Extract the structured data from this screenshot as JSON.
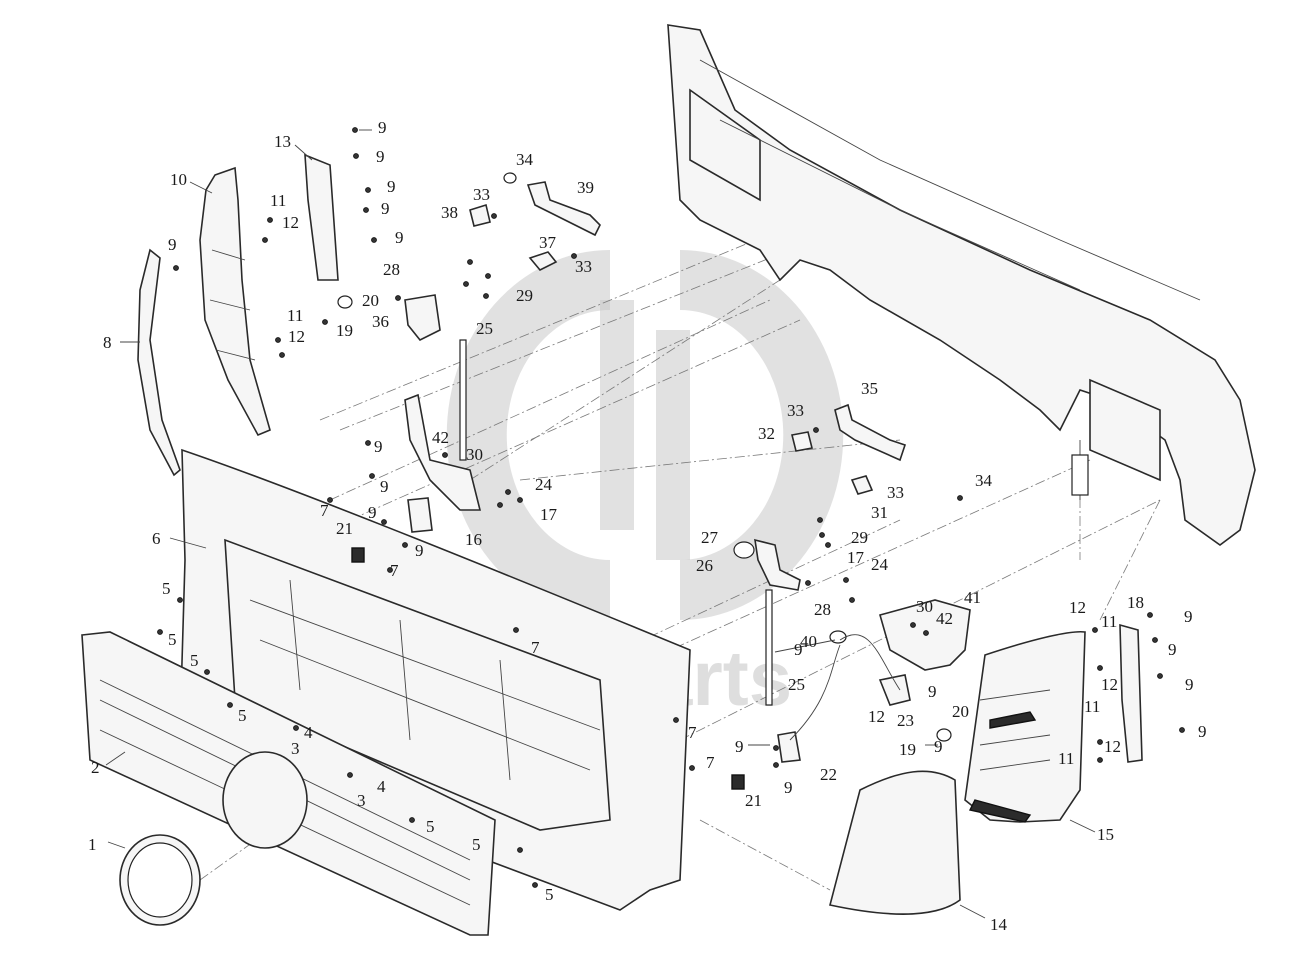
{
  "watermark": {
    "text": "data-parts",
    "color": "#c9c9c9",
    "icon": "dp-logo-icon"
  },
  "callouts": [
    {
      "id": "c1",
      "t": "1"
    },
    {
      "id": "c2",
      "t": "2"
    },
    {
      "id": "c3a",
      "t": "3"
    },
    {
      "id": "c3b",
      "t": "3"
    },
    {
      "id": "c4a",
      "t": "4"
    },
    {
      "id": "c4b",
      "t": "4"
    },
    {
      "id": "c5a",
      "t": "5"
    },
    {
      "id": "c5b",
      "t": "5"
    },
    {
      "id": "c5c",
      "t": "5"
    },
    {
      "id": "c5d",
      "t": "5"
    },
    {
      "id": "c5e",
      "t": "5"
    },
    {
      "id": "c5f",
      "t": "5"
    },
    {
      "id": "c5g",
      "t": "5"
    },
    {
      "id": "c6",
      "t": "6"
    },
    {
      "id": "c7a",
      "t": "7"
    },
    {
      "id": "c7b",
      "t": "7"
    },
    {
      "id": "c7c",
      "t": "7"
    },
    {
      "id": "c7d",
      "t": "7"
    },
    {
      "id": "c7e",
      "t": "7"
    },
    {
      "id": "c8",
      "t": "8"
    },
    {
      "id": "c9a",
      "t": "9"
    },
    {
      "id": "c9b",
      "t": "9"
    },
    {
      "id": "c9c",
      "t": "9"
    },
    {
      "id": "c9d",
      "t": "9"
    },
    {
      "id": "c9e",
      "t": "9"
    },
    {
      "id": "c9f",
      "t": "9"
    },
    {
      "id": "c9g",
      "t": "9"
    },
    {
      "id": "c9h",
      "t": "9"
    },
    {
      "id": "c9i",
      "t": "9"
    },
    {
      "id": "c9j",
      "t": "9"
    },
    {
      "id": "c9k",
      "t": "9"
    },
    {
      "id": "c9l",
      "t": "9"
    },
    {
      "id": "c9m",
      "t": "9"
    },
    {
      "id": "c9n",
      "t": "9"
    },
    {
      "id": "c9o",
      "t": "9"
    },
    {
      "id": "c9p",
      "t": "9"
    },
    {
      "id": "c9q",
      "t": "9"
    },
    {
      "id": "c9r",
      "t": "9"
    },
    {
      "id": "c9s",
      "t": "9"
    },
    {
      "id": "c10",
      "t": "10"
    },
    {
      "id": "c11a",
      "t": "11"
    },
    {
      "id": "c11b",
      "t": "11"
    },
    {
      "id": "c11c",
      "t": "11"
    },
    {
      "id": "c11d",
      "t": "11"
    },
    {
      "id": "c11e",
      "t": "11"
    },
    {
      "id": "c12a",
      "t": "12"
    },
    {
      "id": "c12b",
      "t": "12"
    },
    {
      "id": "c12c",
      "t": "12"
    },
    {
      "id": "c12d",
      "t": "12"
    },
    {
      "id": "c12e",
      "t": "12"
    },
    {
      "id": "c12f",
      "t": "12"
    },
    {
      "id": "c13",
      "t": "13"
    },
    {
      "id": "c14",
      "t": "14"
    },
    {
      "id": "c15",
      "t": "15"
    },
    {
      "id": "c16",
      "t": "16"
    },
    {
      "id": "c17a",
      "t": "17"
    },
    {
      "id": "c17b",
      "t": "17"
    },
    {
      "id": "c18",
      "t": "18"
    },
    {
      "id": "c19a",
      "t": "19"
    },
    {
      "id": "c19b",
      "t": "19"
    },
    {
      "id": "c20a",
      "t": "20"
    },
    {
      "id": "c20b",
      "t": "20"
    },
    {
      "id": "c21a",
      "t": "21"
    },
    {
      "id": "c21b",
      "t": "21"
    },
    {
      "id": "c22",
      "t": "22"
    },
    {
      "id": "c23",
      "t": "23"
    },
    {
      "id": "c24a",
      "t": "24"
    },
    {
      "id": "c24b",
      "t": "24"
    },
    {
      "id": "c25a",
      "t": "25"
    },
    {
      "id": "c25b",
      "t": "25"
    },
    {
      "id": "c26",
      "t": "26"
    },
    {
      "id": "c27",
      "t": "27"
    },
    {
      "id": "c28a",
      "t": "28"
    },
    {
      "id": "c28b",
      "t": "28"
    },
    {
      "id": "c29a",
      "t": "29"
    },
    {
      "id": "c29b",
      "t": "29"
    },
    {
      "id": "c30a",
      "t": "30"
    },
    {
      "id": "c30b",
      "t": "30"
    },
    {
      "id": "c31",
      "t": "31"
    },
    {
      "id": "c32",
      "t": "32"
    },
    {
      "id": "c33a",
      "t": "33"
    },
    {
      "id": "c33b",
      "t": "33"
    },
    {
      "id": "c33c",
      "t": "33"
    },
    {
      "id": "c33d",
      "t": "33"
    },
    {
      "id": "c34a",
      "t": "34"
    },
    {
      "id": "c34b",
      "t": "34"
    },
    {
      "id": "c35",
      "t": "35"
    },
    {
      "id": "c36",
      "t": "36"
    },
    {
      "id": "c37",
      "t": "37"
    },
    {
      "id": "c38",
      "t": "38"
    },
    {
      "id": "c39",
      "t": "39"
    },
    {
      "id": "c40",
      "t": "40"
    },
    {
      "id": "c41",
      "t": "41"
    },
    {
      "id": "c42a",
      "t": "42"
    },
    {
      "id": "c42b",
      "t": "42"
    }
  ]
}
